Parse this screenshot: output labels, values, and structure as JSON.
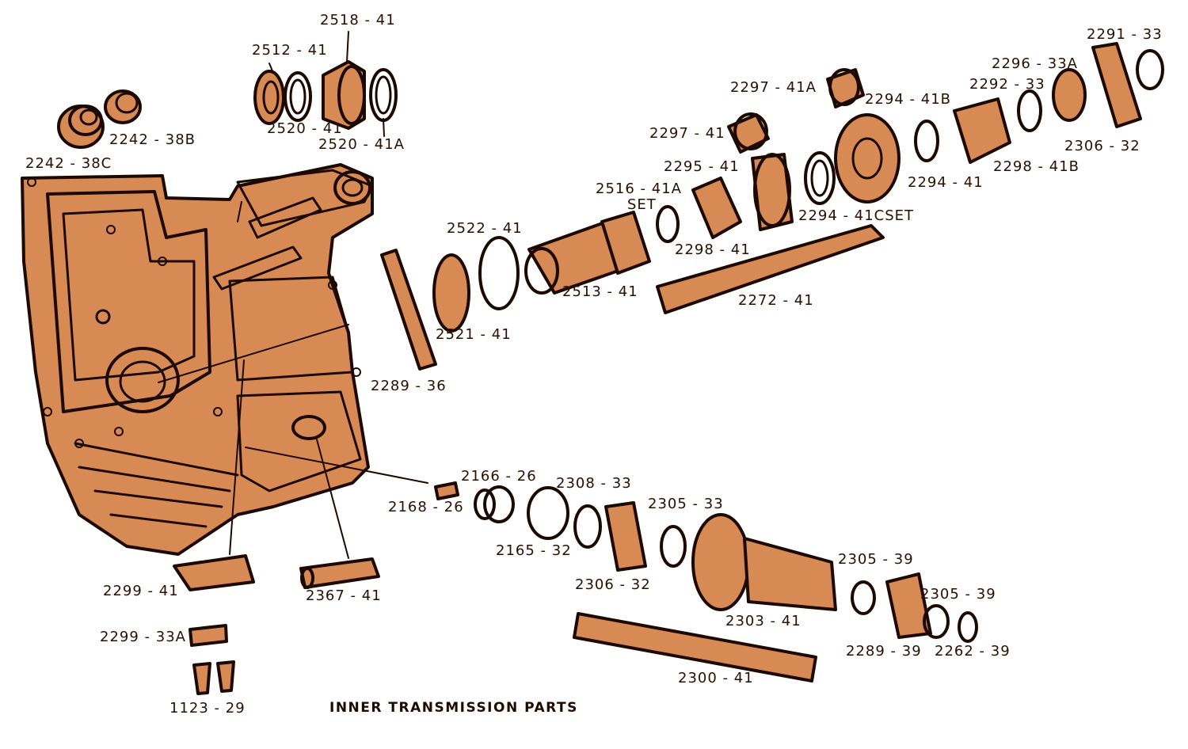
{
  "caption": "INNER TRANSMISSION PARTS",
  "colors": {
    "ink": "#1c0a00",
    "part": "#d88a55",
    "background": "#ffffff"
  },
  "labels": {
    "l2518_41": "2518 - 41",
    "l2512_41": "2512 - 41",
    "l2520_41": "2520 - 41",
    "l2520_41A": "2520 - 41A",
    "l2242_38B": "2242 - 38B",
    "l2242_38C": "2242 - 38C",
    "l2297_41A": "2297 - 41A",
    "l2294_41B": "2294 - 41B",
    "l2296_33A": "2296 - 33A",
    "l2292_33": "2292 - 33",
    "l2291_33": "2291 - 33",
    "l2297_41": "2297 - 41",
    "l2295_41": "2295 - 41",
    "l2516_41A": "2516 - 41A",
    "l2516_set": "SET",
    "l2294_41": "2294 - 41",
    "l2294_41C": "2294 - 41CSET",
    "l2298_41B": "2298 - 41B",
    "l2306_32_top": "2306 - 32",
    "l2522_41": "2522 - 41",
    "l2298_41": "2298 - 41",
    "l2513_41": "2513 - 41",
    "l2272_41": "2272 - 41",
    "l2521_41": "2521 - 41",
    "l2289_36": "2289 - 36",
    "l2166_26": "2166 - 26",
    "l2308_33": "2308 - 33",
    "l2168_26": "2168 - 26",
    "l2305_33": "2305 - 33",
    "l2165_32": "2165 - 32",
    "l2306_32": "2306 - 32",
    "l2305_39a": "2305 - 39",
    "l2305_39b": "2305 - 39",
    "l2299_41": "2299 - 41",
    "l2367_41": "2367 - 41",
    "l2303_41": "2303 - 41",
    "l2299_33A": "2299 - 33A",
    "l2289_39": "2289 - 39",
    "l2262_39": "2262 - 39",
    "l2300_41": "2300 - 41",
    "l1123_29": "1123 - 29"
  }
}
